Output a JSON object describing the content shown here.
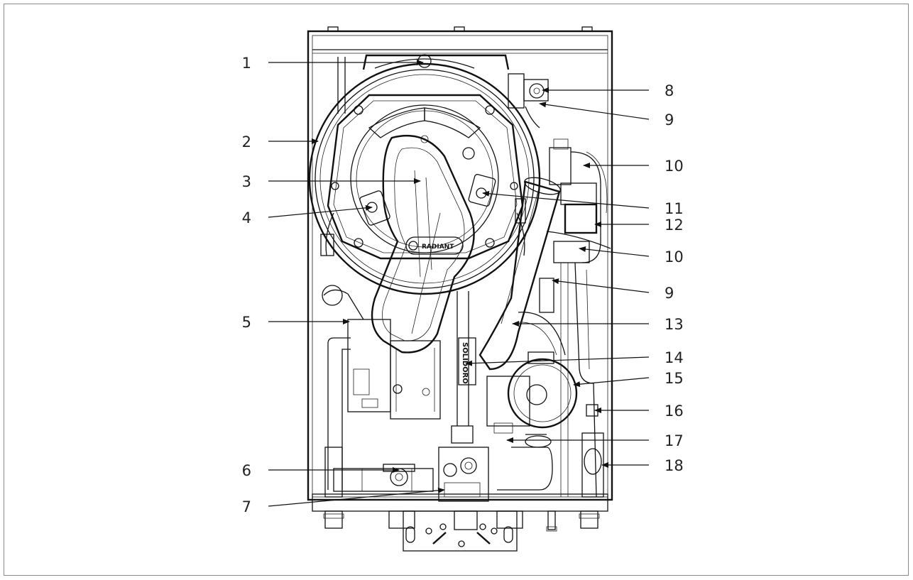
{
  "callouts": [
    {
      "label": "1"
    },
    {
      "label": "2"
    },
    {
      "label": "3"
    },
    {
      "label": "4"
    },
    {
      "label": "5"
    },
    {
      "label": "6"
    },
    {
      "label": "7"
    },
    {
      "label": "8"
    },
    {
      "label": "9"
    },
    {
      "label": "10"
    },
    {
      "label": "11"
    },
    {
      "label": "12"
    },
    {
      "label": "10"
    },
    {
      "label": "9"
    },
    {
      "label": "13"
    },
    {
      "label": "14"
    },
    {
      "label": "15"
    },
    {
      "label": "16"
    },
    {
      "label": "17"
    },
    {
      "label": "18"
    }
  ],
  "components": {
    "burner_cover_brand": "RADIANT",
    "side_label": "SOLIDORO"
  },
  "colors": {
    "line": "#111111",
    "frame_border": "#8a8a8a",
    "background": "#ffffff"
  }
}
